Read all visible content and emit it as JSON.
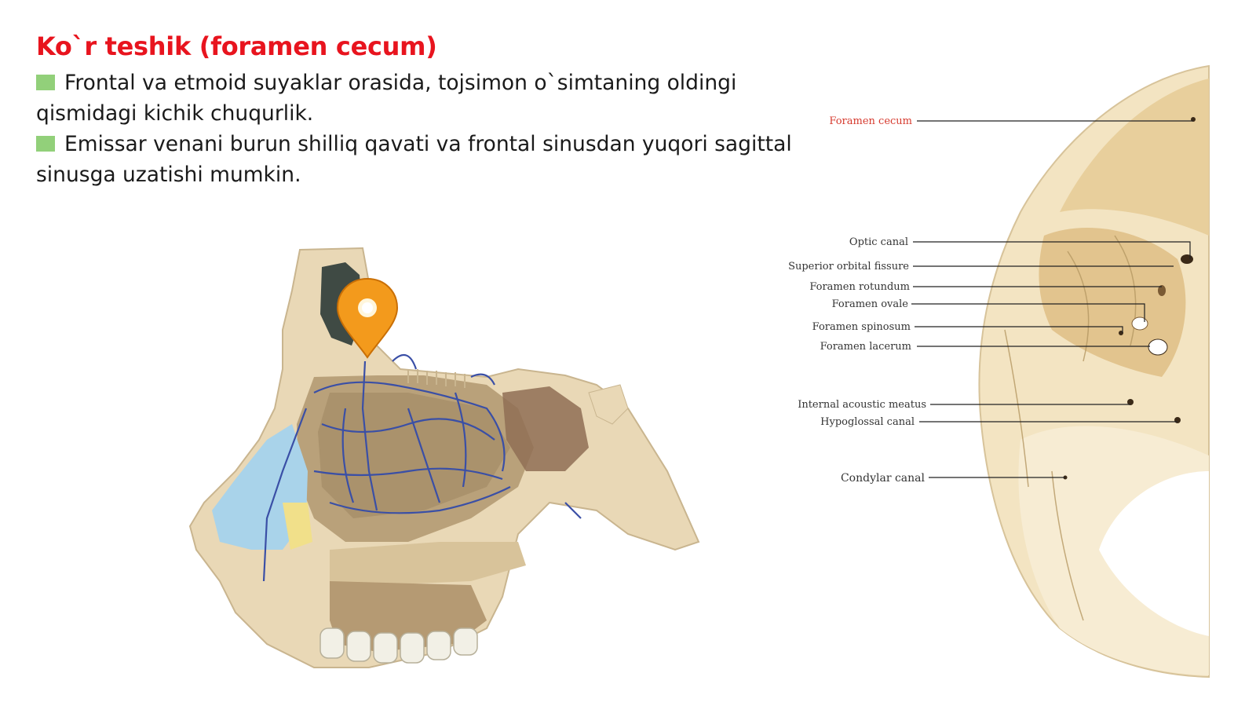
{
  "slide": {
    "title": "Ko`r teshik (foramen cecum)",
    "bullets": [
      "Frontal va etmoid suyaklar orasida, tojsimon o`simtaning oldingi qismidagi kichik chuqurlik.",
      "Emissar venani burun shilliq qavati va frontal sinusdan yuqori sagittal sinusga uzatishi mumkin."
    ],
    "bullet_color": "#92d07a",
    "title_color": "#e8141e"
  },
  "skull_labels": {
    "foramen_cecum": "Foramen cecum",
    "optic_canal": "Optic canal",
    "superior_orbital_fissure": "Superior orbital fissure",
    "foramen_rotundum": "Foramen rotundum",
    "foramen_ovale": "Foramen ovale",
    "foramen_spinosum": "Foramen spinosum",
    "foramen_lacerum": "Foramen lacerum",
    "internal_acoustic_meatus": "Internal acoustic meatus",
    "hypoglossal_canal": "Hypoglossal canal",
    "condylar_canal": "Condylar canal"
  },
  "icons": {
    "marker": "location-pin-icon",
    "marker_color": "#f39a1c"
  }
}
